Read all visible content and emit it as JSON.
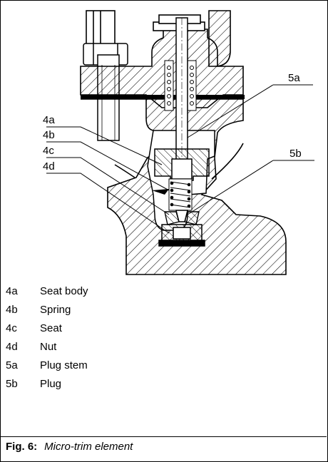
{
  "callouts": {
    "c4a": "4a",
    "c4b": "4b",
    "c4c": "4c",
    "c4d": "4d",
    "c5a": "5a",
    "c5b": "5b"
  },
  "legend": [
    {
      "key": "4a",
      "label": "Seat body"
    },
    {
      "key": "4b",
      "label": "Spring"
    },
    {
      "key": "4c",
      "label": "Seat"
    },
    {
      "key": "4d",
      "label": "Nut"
    },
    {
      "key": "5a",
      "label": "Plug stem"
    },
    {
      "key": "5b",
      "label": "Plug"
    }
  ],
  "caption": {
    "fig": "Fig. 6:",
    "title": "Micro-trim element"
  }
}
